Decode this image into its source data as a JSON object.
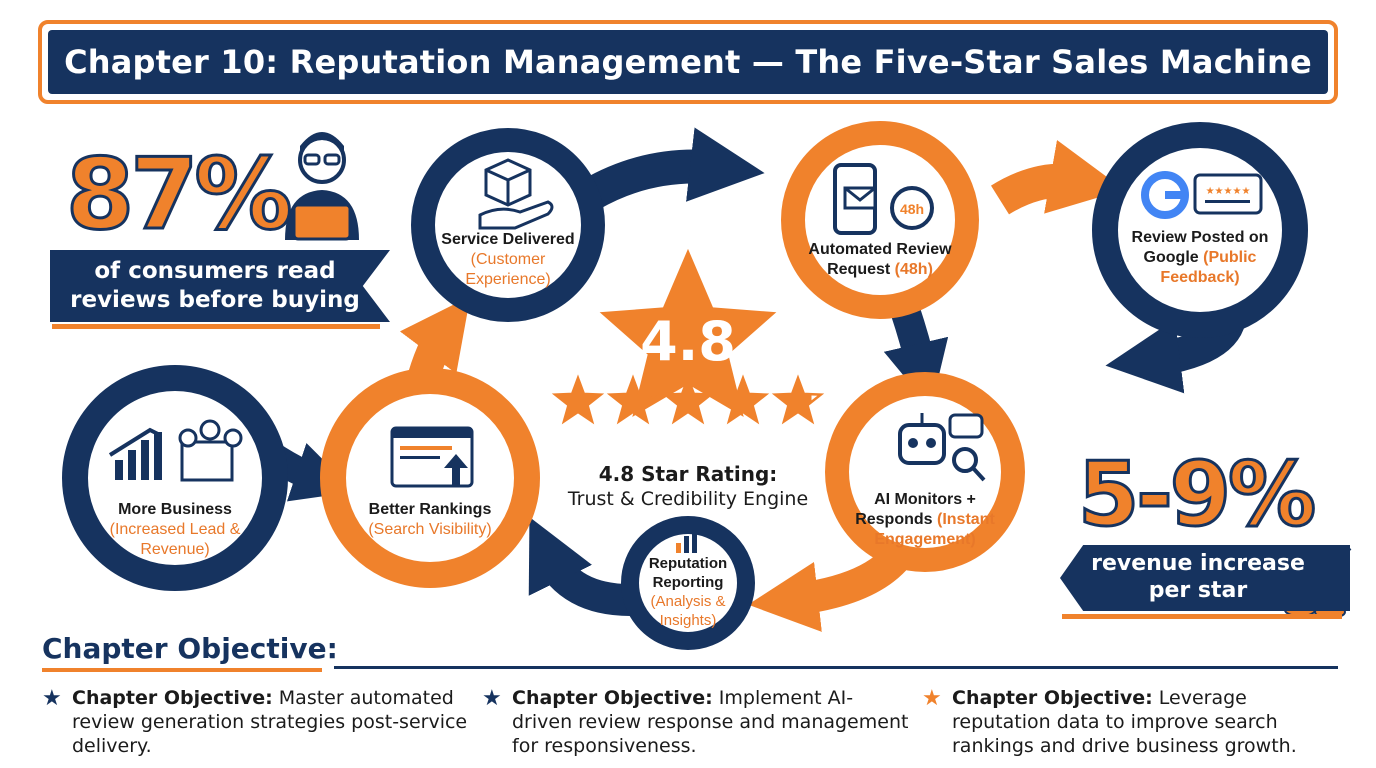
{
  "title": "Chapter 10: Reputation Management — The Five-Star Sales Machine",
  "stat_left": {
    "value": "87%",
    "caption_line1": "of consumers read",
    "caption_line2": "reviews before buying"
  },
  "stat_right": {
    "value": "5-9%",
    "caption_line1": "revenue increase",
    "caption_line2": "per star"
  },
  "nodes": {
    "service": {
      "title": "Service Delivered",
      "sub": "(Customer Experience)"
    },
    "request": {
      "title": "Automated Review Request",
      "sub": "(48h)",
      "badge": "48h"
    },
    "posted": {
      "title": "Review Posted on Google",
      "sub": "(Public Feedback)"
    },
    "ai": {
      "title": "AI Monitors + Responds",
      "sub": "(Instant Engagement)"
    },
    "reporting": {
      "title": "Reputation Reporting",
      "sub": "(Analysis & Insights)"
    },
    "rankings": {
      "title": "Better Rankings",
      "sub": "(Search Visibility)"
    },
    "business": {
      "title": "More Business",
      "sub": "(Increased Lead & Revenue)"
    }
  },
  "rating": {
    "value": "4.8",
    "stars": 4.8,
    "title": "4.8 Star Rating:",
    "sub": "Trust & Credibility Engine"
  },
  "objectives": {
    "heading": "Chapter Objective:",
    "items": [
      {
        "label": "Chapter Objective:",
        "text": "Master automated review generation strategies post-service delivery.",
        "star_color": "#16335f"
      },
      {
        "label": "Chapter Objective:",
        "text": "Implement AI-driven review response and management for responsiveness.",
        "star_color": "#16335f"
      },
      {
        "label": "Chapter Objective:",
        "text": "Leverage reputation data to improve search rankings and drive business growth.",
        "star_color": "#f0822c"
      }
    ]
  },
  "colors": {
    "navy": "#16335f",
    "orange": "#f0822c"
  }
}
